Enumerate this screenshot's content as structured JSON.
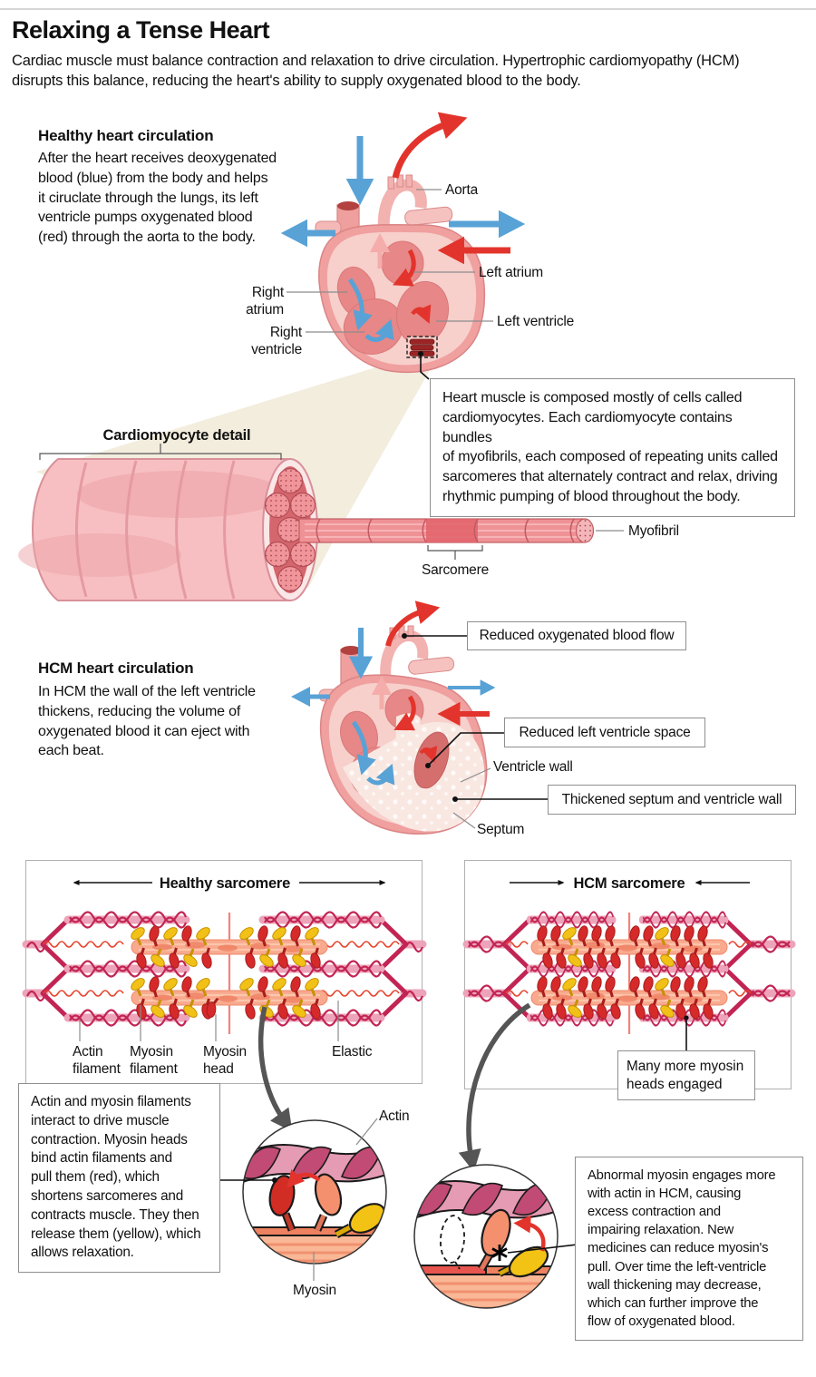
{
  "header": {
    "title": "Relaxing a Tense Heart",
    "intro": "Cardiac muscle must balance contraction and relaxation to drive circulation. Hypertrophic cardiomyopathy (HCM)\ndisrupts this balance, reducing the heart's ability to supply oxygenated blood to the body."
  },
  "healthy_heart": {
    "heading": "Healthy heart circulation",
    "body": "After the heart receives deoxygenated\nblood (blue) from the body and helps\nit ciruclate through the lungs, its left\nventricle pumps oxygenated blood\n(red) through the aorta to the body.",
    "labels": {
      "aorta": "Aorta",
      "left_atrium": "Left atrium",
      "right_atrium": "Right atrium",
      "right_ventricle": "Right ventricle",
      "left_ventricle": "Left ventricle"
    }
  },
  "muscle_note": "Heart muscle is composed mostly of cells called\ncardiomyocytes. Each cardiomyocyte contains bundles\nof myofibrils, each composed of repeating units called\nsarcomeres that alternately contract and relax, driving\nrhythmic pumping of blood throughout the body.",
  "cardiomyocyte": {
    "heading": "Cardiomyocyte detail",
    "myofibril": "Myofibril",
    "sarcomere": "Sarcomere"
  },
  "hcm_heart": {
    "heading": "HCM heart circulation",
    "body": "In HCM the wall of the left ventricle\nthickens, reducing the volume of\noxygenated blood it can eject with\neach beat.",
    "callouts": {
      "blood_flow": "Reduced oxygenated blood flow",
      "ventricle_space": "Reduced left ventricle space",
      "ventricle_wall": "Ventricle wall",
      "thickened": "Thickened septum and ventricle wall",
      "septum": "Septum"
    }
  },
  "panels": {
    "healthy_title": "Healthy sarcomere",
    "hcm_title": "HCM sarcomere",
    "labels": {
      "actin_filament": "Actin\nfilament",
      "myosin_filament": "Myosin\nfilament",
      "myosin_head": "Myosin\nhead",
      "elastic": "Elastic"
    },
    "hcm_callout": "Many more myosin\nheads engaged"
  },
  "details": {
    "healthy_note": "Actin and myosin filaments\ninteract to drive muscle\ncontraction. Myosin heads\nbind actin filaments and\npull them (red), which\nshortens sarcomeres and\ncontracts muscle. They then\nrelease them (yellow), which\nallows relaxation.",
    "actin": "Actin",
    "myosin": "Myosin",
    "hcm_note": "Abnormal myosin engages more\nwith actin in HCM, causing\nexcess contraction and\nimpairing relaxation. New\nmedicines can reduce myosin's\npull. Over time the left-ventricle\nwall thickening may decrease,\nwhich can further improve the\nflow of oxygenated blood."
  },
  "colors": {
    "deoxygenated_blue": "#58a2d6",
    "oxygenated_red": "#e2342c",
    "heart_pink": "#efa09f",
    "pale_wall": "#f9e8e2",
    "actin_pink": "#eda4ba",
    "actin_dark": "#c22453",
    "myosin_salmon": "#f9aa8e",
    "myosin_head_red": "#d62a2a",
    "myosin_head_yellow": "#f2c117",
    "cone_beige": "#f3edde"
  }
}
